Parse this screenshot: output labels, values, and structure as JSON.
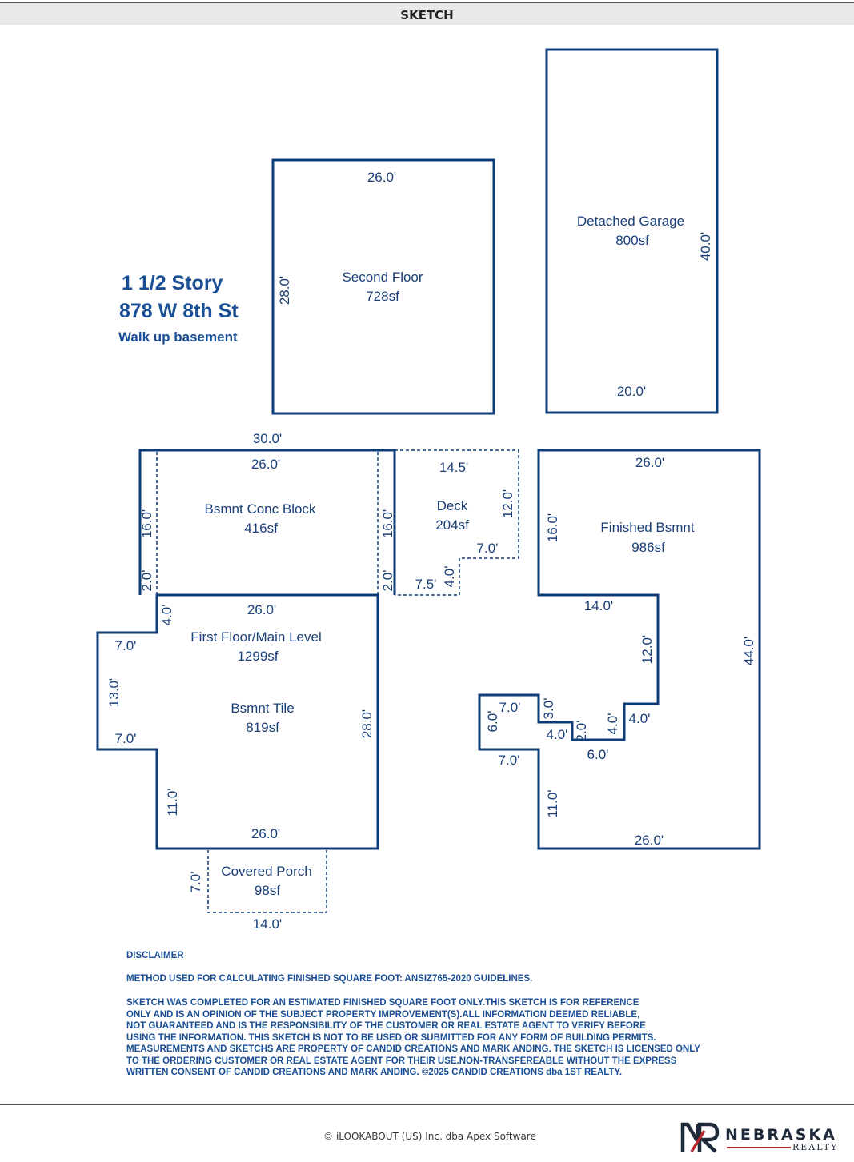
{
  "header": {
    "title": "SKETCH"
  },
  "property": {
    "title_line1": "1 1/2 Story",
    "title_line2": "878 W 8th St",
    "subtitle": "Walk up basement"
  },
  "colors": {
    "line": "#0d3c78",
    "text": "#1a3f78",
    "title": "#1a4f95",
    "header_bg": "#e9e9e9",
    "logo_accent": "#b5262d"
  },
  "rooms": {
    "second_floor": {
      "name": "Second Floor",
      "area": "728sf",
      "top": "26.0'",
      "side": "28.0'"
    },
    "garage": {
      "name": "Detached Garage",
      "area": "800sf",
      "side": "40.0'",
      "bottom": "20.0'"
    },
    "bsmnt_conc": {
      "name": "Bsmnt Conc Block",
      "area": "416sf",
      "outer_top": "30.0'",
      "top": "26.0'",
      "left": "16.0'",
      "left_small": "2.0'",
      "right": "16.0'",
      "right_small": "2.0'"
    },
    "deck": {
      "name": "Deck",
      "area": "204sf",
      "top": "14.5'",
      "right": "12.0'",
      "step_h": "7.0'",
      "step_v": "4.0'",
      "bottom": "7.5'"
    },
    "first_floor": {
      "name": "First Floor/Main Level",
      "area": "1299sf",
      "top": "26.0'",
      "notch_v": "4.0'",
      "bump_top": "7.0'",
      "bump_side": "13.0'",
      "bump_bottom": "7.0'",
      "lower_left": "11.0'",
      "right": "28.0'",
      "bottom": "26.0'"
    },
    "bsmnt_tile": {
      "name": "Bsmnt Tile",
      "area": "819sf"
    },
    "porch": {
      "name": "Covered Porch",
      "area": "98sf",
      "side": "7.0'",
      "bottom": "14.0'"
    },
    "finished_bsmnt": {
      "name": "Finished Bsmnt",
      "area": "986sf",
      "top": "26.0'",
      "left_upper": "16.0'",
      "step": "14.0'",
      "mid": "12.0'",
      "right": "44.0'",
      "bump_top": "7.0'",
      "bump_side": "6.0'",
      "bump_bottom": "7.0'",
      "notch_v": "3.0'",
      "notch_h": "4.0'",
      "notch_small": "2.0'",
      "inner_v": "4.0'",
      "inner_h": "4.0'",
      "inner_bottom": "6.0'",
      "lower_left": "11.0'",
      "bottom": "26.0'"
    }
  },
  "disclaimer": {
    "heading": "DISCLAIMER",
    "method": "METHOD USED FOR CALCULATING FINISHED SQUARE FOOT: ANSIZ765-2020 GUIDELINES.",
    "line1": "SKETCH WAS COMPLETED FOR AN ESTIMATED FINISHED SQUARE FOOT ONLY.THIS SKETCH IS FOR REFERENCE",
    "line2": "ONLY AND IS AN OPINION OF THE SUBJECT PROPERTY IMPROVEMENT(S).ALL INFORMATION DEEMED RELIABLE,",
    "line3": "NOT GUARANTEED AND IS THE RESPONSIBILITY OF THE CUSTOMER OR REAL ESTATE AGENT TO VERIFY BEFORE",
    "line4": "USING THE INFORMATION. THIS SKETCH IS NOT TO BE USED OR SUBMITTED FOR ANY FORM OF BUILDING PERMITS.",
    "line5": "MEASUREMENTS AND SKETCHS ARE PROPERTY OF CANDID CREATIONS AND MARK ANDING. THE SKETCH IS LICENSED ONLY",
    "line6": "TO THE ORDERING CUSTOMER OR REAL ESTATE AGENT FOR THEIR USE.NON-TRANSFEREABLE WITHOUT THE EXPRESS",
    "line7": "WRITTEN CONSENT OF CANDID CREATIONS AND MARK ANDING. ©2025 CANDID CREATIONS dba 1ST REALTY."
  },
  "footer": {
    "copyright": "© iLOOKABOUT (US) Inc. dba Apex Software",
    "logo_name": "NEBRASKA",
    "logo_sub": "REALTY"
  }
}
